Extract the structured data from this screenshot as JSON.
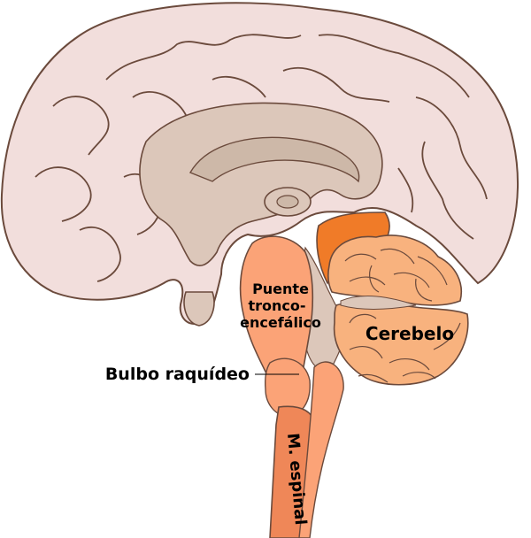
{
  "labels": {
    "pons_line1": "Puente",
    "pons_line2": "tronco-",
    "pons_line3": "encefálico",
    "cerebellum": "Cerebelo",
    "medulla": "Bulbo raquídeo",
    "spinal_cord": "M. espinal"
  },
  "colors": {
    "cortex": "#f2dedc",
    "cortex_outline": "#6b4a3c",
    "inner_structures": "#dcc7ba",
    "brainstem": "#fba377",
    "cerebellum": "#f8b27e",
    "cerebellum_inner": "#f07b28",
    "spinal_cord": "#ef8758",
    "ventricle": "#cdb8a8"
  }
}
